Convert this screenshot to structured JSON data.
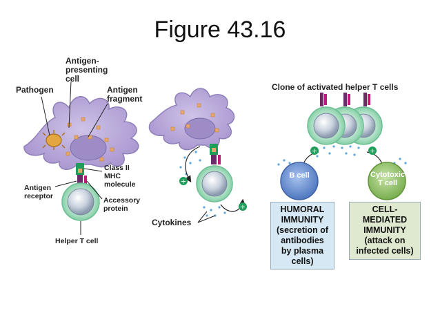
{
  "title": "Figure 43.16",
  "labels": {
    "apc": "Antigen-\npresenting\ncell",
    "pathogen": "Pathogen",
    "antigen_fragment": "Antigen\nfragment",
    "class_ii": "Class II\nMHC\nmolecule",
    "antigen_receptor": "Antigen\nreceptor",
    "accessory_protein": "Accessory\nprotein",
    "helper_t_cell": "Helper T cell",
    "cytokines": "Cytokines",
    "clone": "Clone of activated helper T cells",
    "b_cell": "B cell",
    "cytotoxic_t_cell": "Cytotoxic\nT cell"
  },
  "boxes": {
    "humoral": "HUMORAL\nIMMUNITY\n(secretion of\nantibodies\nby plasma\ncells)",
    "cell_mediated": "CELL-\nMEDIATED\nIMMUNITY\n(attack on\ninfected cells)"
  },
  "colors": {
    "apc": "#b7a6d6",
    "apc_dark": "#8f7fb8",
    "tcell_outer": "#a6dcc0",
    "tcell_inner": "#c9d3df",
    "bcell": "#6f93cf",
    "cytotoxic": "#93c26f",
    "class_ii": "#1e9e5a",
    "receptor": "#6b2a6a",
    "accessory": "#c2187a",
    "pathogen": "#e3a640",
    "fragment": "#e6a86a",
    "dots": "#5ea7d8"
  }
}
